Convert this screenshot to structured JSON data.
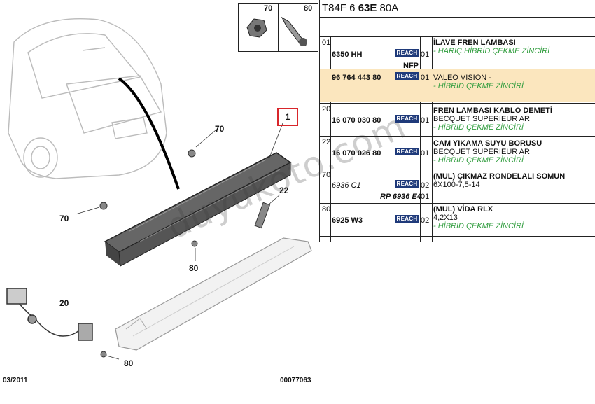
{
  "header": {
    "code_prefix": "T84F 6 ",
    "code_bold": "63E",
    "code_suffix": " 80A"
  },
  "diagram": {
    "callouts": {
      "c70a": "70",
      "c70b": "70",
      "c22": "22",
      "c80a": "80",
      "c80b": "80",
      "c20": "20"
    },
    "box_label": "1",
    "thumbs": {
      "a": "70",
      "b": "80"
    },
    "date": "03/2011",
    "ref": "00077063",
    "watermark": "duyukoto.com"
  },
  "reach_label": "REACH",
  "rows": [
    {
      "idx": "01",
      "ref": "6350 HH",
      "ref2": "NFP",
      "qty": "01",
      "title": "İLAVE FREN LAMBASI",
      "lines": [],
      "green": [
        "- HARİÇ HİBRİD ÇEKME ZİNCİRİ"
      ]
    },
    {
      "idx": "",
      "ref": "96 764 443 80",
      "qty": "01",
      "title": "",
      "lines": [
        "VALEO VISION -"
      ],
      "green": [
        "- HİBRİD ÇEKME ZİNCİRİ"
      ]
    },
    {
      "idx": "20",
      "ref": "16 070 030 80",
      "qty": "01",
      "title": "FREN LAMBASI KABLO DEMETİ",
      "lines": [
        "BECQUET SUPERIEUR AR"
      ],
      "green": [
        "- HİBRİD ÇEKME ZİNCİRİ"
      ]
    },
    {
      "idx": "22",
      "ref": "16 070 026 80",
      "qty": "01",
      "title": "CAM YIKAMA SUYU BORUSU",
      "lines": [
        "BECQUET SUPERIEUR AR"
      ],
      "green": [
        "- HİBRİD ÇEKME ZİNCİRİ"
      ]
    },
    {
      "idx": "70",
      "ref": "6936 C1",
      "ref2": "RP 6936 E4",
      "qty": "02",
      "qty2": "01",
      "title": "(MUL) ÇIKMAZ RONDELALI SOMUN",
      "lines": [
        "6X100-7,5-14"
      ],
      "green": []
    },
    {
      "idx": "80",
      "ref": "6925 W3",
      "qty": "02",
      "title": "(MUL) VİDA RLX",
      "lines": [
        "4,2X13"
      ],
      "green": [
        "- HİBRİD ÇEKME ZİNCİRİ"
      ]
    }
  ]
}
